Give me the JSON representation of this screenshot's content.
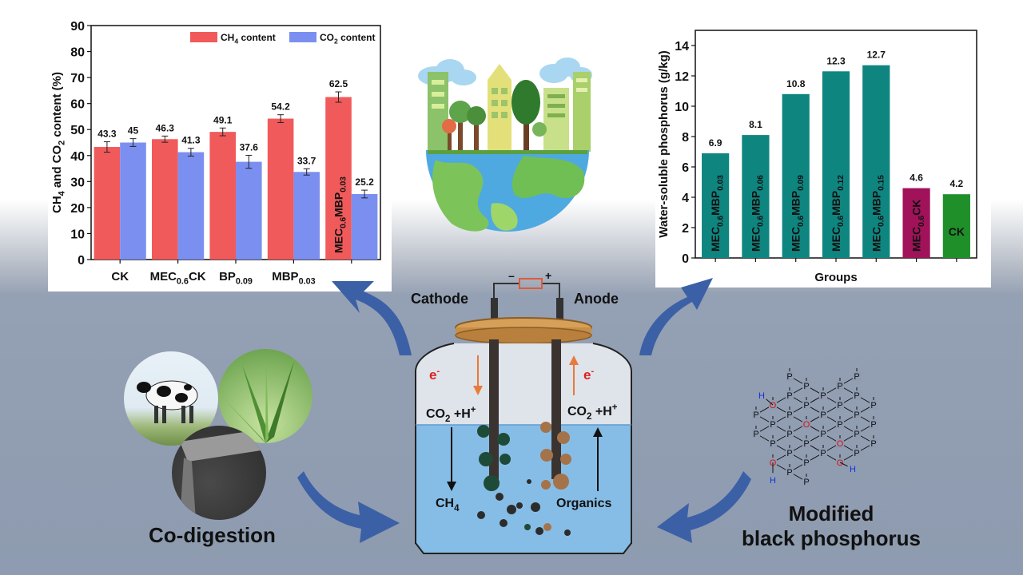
{
  "colors": {
    "ch4": "#f05a5a",
    "co2": "#7b8ff0",
    "teal": "#0f8580",
    "magenta": "#a0125a",
    "green": "#1f8f2a",
    "arrow": "#3b60a6"
  },
  "left_chart_text": {
    "ylabel_parts": [
      "CH",
      "4",
      " and CO",
      "2",
      " content (%)"
    ],
    "legend": [
      {
        "parts": [
          "CH",
          "4",
          " content"
        ]
      },
      {
        "parts": [
          "CO",
          "2",
          " content"
        ]
      }
    ],
    "xticks": [
      {
        "parts": [
          "CK"
        ]
      },
      {
        "parts": [
          "MEC",
          "0.6",
          "CK"
        ]
      },
      {
        "parts": [
          "BP",
          "0.09"
        ]
      },
      {
        "parts": [
          "MBP",
          "0.03"
        ]
      }
    ],
    "inbar": {
      "parts": [
        "MEC",
        "0.6",
        "MBP",
        "0.03"
      ]
    }
  },
  "right_chart_text": {
    "ylabel": "Water-soluble phosphorus (g/kg)",
    "xlabel": "Groups",
    "bar_labels": [
      {
        "parts": [
          "MEC",
          "0.6",
          "MBP",
          "0.03"
        ]
      },
      {
        "parts": [
          "MEC",
          "0.6",
          "MBP",
          "0.06"
        ]
      },
      {
        "parts": [
          "MEC",
          "0.6",
          "MBP",
          "0.09"
        ]
      },
      {
        "parts": [
          "MEC",
          "0.6",
          "MBP",
          "0.12"
        ]
      },
      {
        "parts": [
          "MEC",
          "0.6",
          "MBP",
          "0.15"
        ]
      },
      {
        "parts": [
          "MEC",
          "0.6",
          "CK"
        ]
      },
      {
        "parts": [
          "CK"
        ]
      }
    ]
  },
  "chart_data": [
    {
      "type": "bar",
      "categories": [
        "CK",
        "MEC0.6CK",
        "BP0.09",
        "MBP0.03",
        "MEC0.6MBP0.03"
      ],
      "series": [
        {
          "name": "CH4 content",
          "values": [
            43.3,
            46.3,
            49.1,
            54.2,
            62.5
          ],
          "errors": [
            2.0,
            1.2,
            1.5,
            1.5,
            2.0
          ]
        },
        {
          "name": "CO2 content",
          "values": [
            45,
            41.3,
            37.6,
            33.7,
            25.2
          ],
          "errors": [
            1.5,
            1.5,
            2.5,
            1.2,
            1.5
          ]
        }
      ],
      "ylabel": "CH4 and CO2 content (%)",
      "ylim": [
        0,
        90
      ],
      "yticks": [
        0,
        10,
        20,
        30,
        40,
        50,
        60,
        70,
        80,
        90
      ],
      "data_labels": {
        "ch4": [
          "43.3",
          "46.3",
          "49.1",
          "54.2",
          "62.5"
        ],
        "co2": [
          "45",
          "41.3",
          "37.6",
          "33.7",
          "25.2"
        ]
      },
      "legend_position": "top-right"
    },
    {
      "type": "bar",
      "categories": [
        "MEC0.6MBP0.03",
        "MEC0.6MBP0.06",
        "MEC0.6MBP0.09",
        "MEC0.6MBP0.12",
        "MEC0.6MBP0.15",
        "MEC0.6CK",
        "CK"
      ],
      "values": [
        6.9,
        8.1,
        10.8,
        12.3,
        12.7,
        4.6,
        4.2
      ],
      "data_labels": [
        "6.9",
        "8.1",
        "10.8",
        "12.3",
        "12.7",
        "4.6",
        "4.2"
      ],
      "xlabel": "Groups",
      "ylabel": "Water-soluble phosphorus (g/kg)",
      "ylim": [
        0,
        15
      ],
      "yticks": [
        0,
        2,
        4,
        6,
        8,
        10,
        12,
        14
      ],
      "bar_colors": [
        "teal",
        "teal",
        "teal",
        "teal",
        "teal",
        "magenta",
        "green"
      ]
    }
  ],
  "reactor": {
    "cathode": "Cathode",
    "anode": "Anode",
    "minus": "–",
    "plus": "+",
    "electron_left": "e",
    "electron_right": "e",
    "electron_sup": "-",
    "co2_left": {
      "parts": [
        "CO",
        "2",
        " +H",
        "+"
      ]
    },
    "co2_right": {
      "parts": [
        "CO",
        "2",
        " +H",
        "+"
      ]
    },
    "ch4": {
      "parts": [
        "CH",
        "4"
      ]
    },
    "organics": "Organics"
  },
  "labels": {
    "codigestion": "Co-digestion",
    "modified_line1": "Modified",
    "modified_line2": "black phosphorus"
  },
  "molecule": {
    "atoms": [
      "P",
      "O",
      "H"
    ]
  }
}
